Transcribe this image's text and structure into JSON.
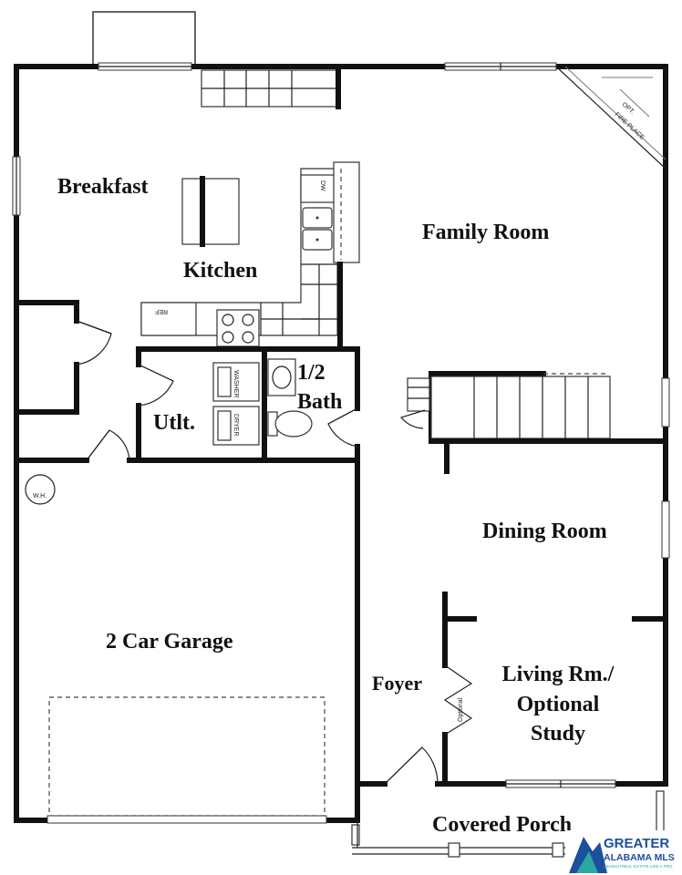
{
  "rooms": {
    "breakfast": "Breakfast",
    "kitchen": "Kitchen",
    "family_room": "Family Room",
    "half_bath_1": "1/2",
    "half_bath_2": "Bath",
    "utility": "Utlt.",
    "garage": "2 Car Garage",
    "dining_room": "Dining Room",
    "foyer": "Foyer",
    "living_1": "Living Rm./",
    "living_2": "Optional",
    "living_3": "Study",
    "covered_porch": "Covered Porch"
  },
  "fixtures": {
    "fireplace_1": "OPT.",
    "fireplace_2": "FIRE PLACE",
    "dishwasher": "DW",
    "refrigerator": "REF",
    "washer": "WASHER",
    "dryer": "DRYER",
    "water_heater": "W.H.",
    "optional_door": "Optional"
  },
  "logo": {
    "line1": "GREATER",
    "line2": "ALABAMA MLS",
    "line3": "SEARCH REAL ESTATE LIKE A PRO",
    "color_blue": "#1c4f9c",
    "color_teal": "#2aa8a3"
  }
}
